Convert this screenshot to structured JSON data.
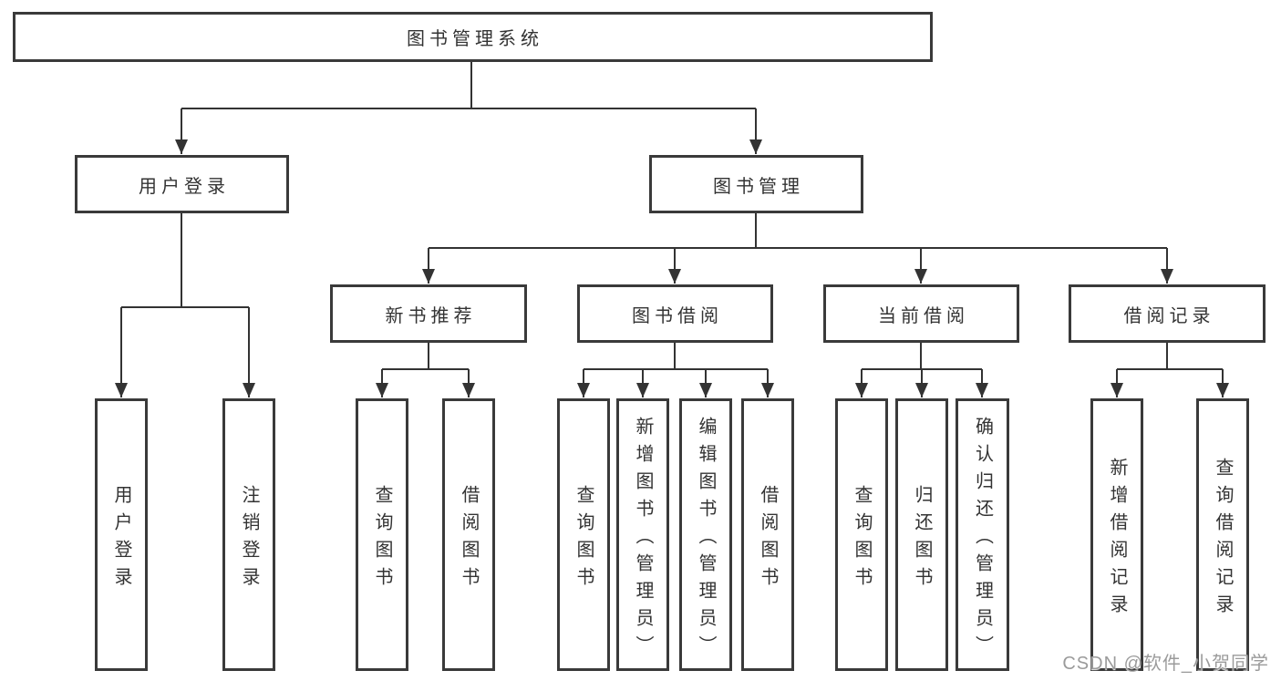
{
  "colors": {
    "line": "#333333",
    "arrow": "#333333",
    "box_border": "#3a3a3a",
    "box_fill": "#ffffff",
    "text": "#333333",
    "watermark": "#9b9b9b",
    "background": "#ffffff"
  },
  "nodes": {
    "root": {
      "label": "图书管理系统"
    },
    "level2": [
      {
        "label": "用户登录"
      },
      {
        "label": "图书管理"
      }
    ],
    "level3": [
      {
        "label": "新书推荐"
      },
      {
        "label": "图书借阅"
      },
      {
        "label": "当前借阅"
      },
      {
        "label": "借阅记录"
      }
    ],
    "leaves": {
      "user_login": [
        {
          "label": "用户登录"
        },
        {
          "label": "注销登录"
        }
      ],
      "new_book_recommend": [
        {
          "label": "查询图书"
        },
        {
          "label": "借阅图书"
        }
      ],
      "book_borrow": [
        {
          "label": "查询图书"
        },
        {
          "label": "新增图书（管理员）"
        },
        {
          "label": "编辑图书（管理员）"
        },
        {
          "label": "借阅图书"
        }
      ],
      "current_borrow": [
        {
          "label": "查询图书"
        },
        {
          "label": "归还图书"
        },
        {
          "label": "确认归还（管理员）"
        }
      ],
      "borrow_records": [
        {
          "label": "新增借阅记录"
        },
        {
          "label": "查询借阅记录"
        }
      ]
    }
  },
  "watermark": {
    "text": "CSDN @软件_小贺同学"
  }
}
